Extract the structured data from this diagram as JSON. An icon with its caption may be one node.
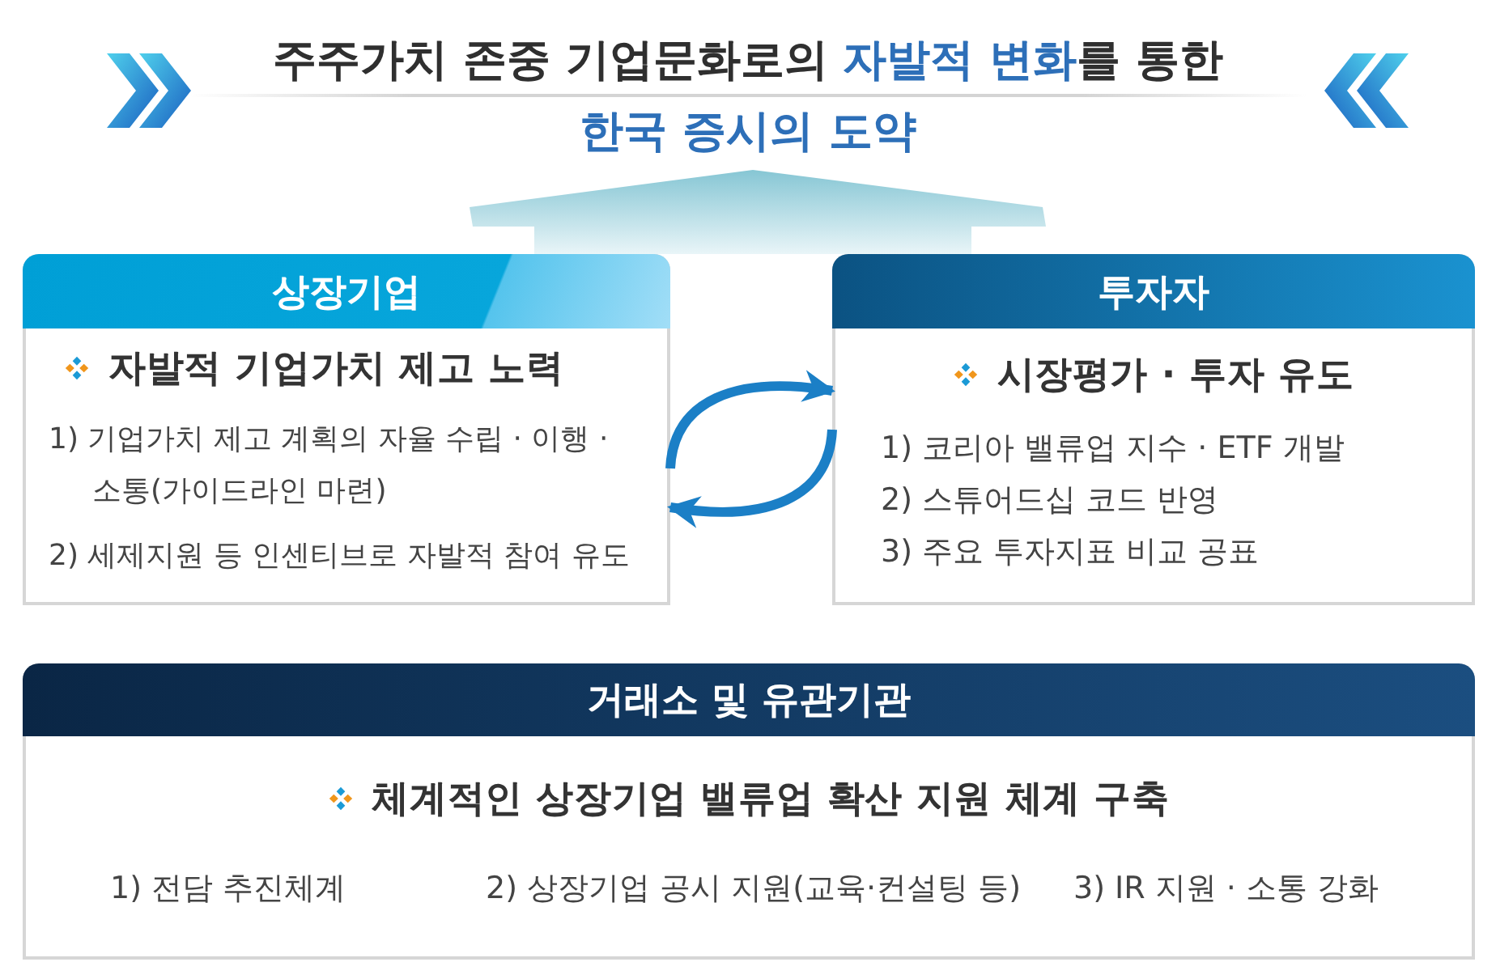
{
  "diagram": {
    "title": "주주가치 존중 기업문화로의 **자발적 변화**를 통한 **한국 증시의 도약**",
    "nodes": [
      {
        "text": [
          "상장기업",
          "자발적 기업가치 제고 노력",
          "1) 기업가치 제고 계획의 자율 수립 · 이행 · 소통(가이드라인 마련)",
          "2) 세제지원 등 인센티브로 자발적 참여 유도"
        ]
      },
      {
        "text": [
          "투자자",
          "시장평가 · 투자 유도",
          "1) 코리아 밸류업 지수 · ETF 개발",
          "2) 스튜어드십 코드 반영",
          "3) 주요 투자지표 비교 공표"
        ]
      },
      {
        "text": [
          "거래소 및 유관기관",
          "체계적인 상장기업 밸류업 확산 지원 체계 구축",
          "1) 전담 추진체계",
          "2) 상장기업 공시 지원(교육·컨설팅 등)",
          "3) IR 지원 · 소통 강화"
        ]
      }
    ],
    "edges": [
      {
        "from": 0,
        "to": 1,
        "arrow": "to"
      },
      {
        "from": 1,
        "to": 0,
        "arrow": "to"
      }
    ]
  }
}
